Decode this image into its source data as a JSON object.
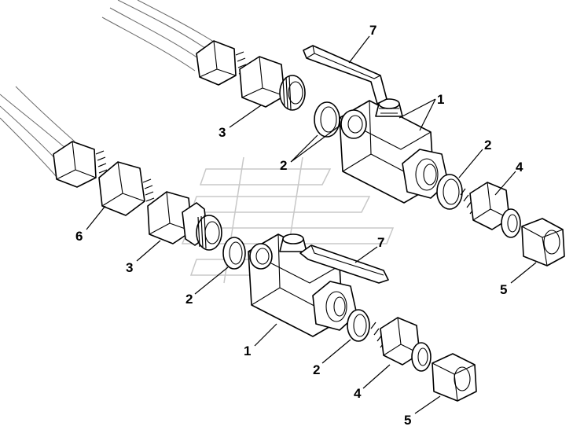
{
  "callouts": [
    {
      "id": "c7-top",
      "label": "7"
    },
    {
      "id": "c1-top",
      "label": "1"
    },
    {
      "id": "c3-top",
      "label": "3"
    },
    {
      "id": "c2-top-left",
      "label": "2"
    },
    {
      "id": "c2-top-right",
      "label": "2"
    },
    {
      "id": "c4-top",
      "label": "4"
    },
    {
      "id": "c6",
      "label": "6"
    },
    {
      "id": "c3-bottom",
      "label": "3"
    },
    {
      "id": "c7-bottom",
      "label": "7"
    },
    {
      "id": "c5-top",
      "label": "5"
    },
    {
      "id": "c2-bottom-left",
      "label": "2"
    },
    {
      "id": "c1-bottom",
      "label": "1"
    },
    {
      "id": "c2-bottom-right",
      "label": "2"
    },
    {
      "id": "c4-bottom",
      "label": "4"
    },
    {
      "id": "c5-bottom",
      "label": "5"
    }
  ],
  "colors": {
    "line": "#000000",
    "hose": "#6a6a6a",
    "watermark": "#c8c8c8",
    "background": "#ffffff"
  }
}
